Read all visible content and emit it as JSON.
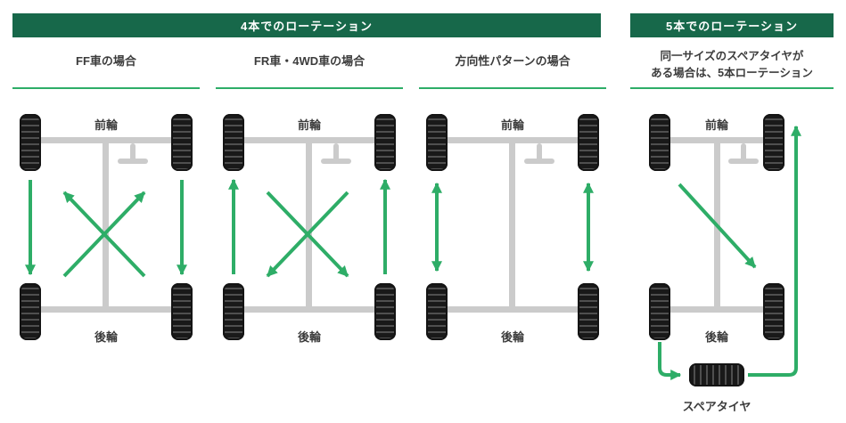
{
  "colors": {
    "header_bg": "#17684a",
    "accent_green": "#2ead67",
    "chassis_gray": "#cbcbcb",
    "tire_black": "#1a1a1a",
    "text_dark": "#3c3c3c"
  },
  "headers": [
    {
      "label": "4本でのローテーション"
    },
    {
      "label": "5本でのローテーション"
    }
  ],
  "panels": [
    {
      "title": "FF車の場合",
      "front_label": "前輪",
      "rear_label": "後輪"
    },
    {
      "title": "FR車・4WD車の場合",
      "front_label": "前輪",
      "rear_label": "後輪"
    },
    {
      "title": "方向性パターンの場合",
      "front_label": "前輪",
      "rear_label": "後輪"
    },
    {
      "title_line1": "同一サイズのスペアタイヤが",
      "title_line2": "ある場合は、5本ローテーション",
      "front_label": "前輪",
      "rear_label": "後輪",
      "spare_label": "スペアタイヤ"
    }
  ]
}
